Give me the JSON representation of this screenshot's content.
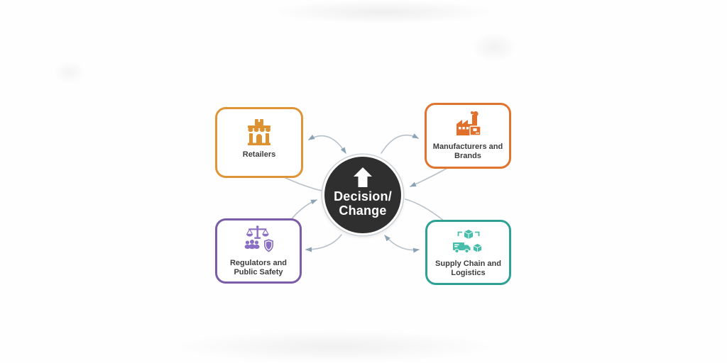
{
  "center_node": {
    "label": "Decision/\nChange",
    "icon": "arrow-up-icon",
    "background_color": "#2f2f2f",
    "text_color": "#ffffff"
  },
  "nodes": [
    {
      "id": "retailers",
      "label": "Retailers",
      "icon": "storefront-icon",
      "border_color": "#df9536",
      "icon_color": "#dd9232",
      "position": "top-left"
    },
    {
      "id": "manufacturers-and-brands",
      "label": "Manufacturers and\nBrands",
      "icon": "factory-icon",
      "border_color": "#e0742e",
      "icon_color": "#e0702b",
      "position": "top-right"
    },
    {
      "id": "regulators-and-public-safety",
      "label": "Regulators and\nPublic Safety",
      "icon": "scales-people-shield-icon",
      "border_color": "#7a5ca7",
      "icon_color": "#8b6fc2",
      "position": "bottom-left"
    },
    {
      "id": "supply-chain-and-logistics",
      "label": "Supply Chain and\nLogistics",
      "icon": "truck-boxes-icon",
      "border_color": "#2da294",
      "icon_color": "#49bdab",
      "position": "bottom-right"
    }
  ],
  "connectors": [
    {
      "between": [
        "retailers",
        "center"
      ],
      "arrowheads": "both-ends"
    },
    {
      "between": [
        "retailers",
        "center"
      ],
      "arrowheads": "none"
    },
    {
      "between": [
        "regulators-and-public-safety",
        "center"
      ],
      "arrowheads": "at-center"
    },
    {
      "between": [
        "center",
        "regulators-and-public-safety"
      ],
      "arrowheads": "at-node"
    },
    {
      "between": [
        "center",
        "manufacturers-and-brands"
      ],
      "arrowheads": "at-node"
    },
    {
      "between": [
        "manufacturers-and-brands",
        "center"
      ],
      "arrowheads": "at-center"
    },
    {
      "between": [
        "center",
        "supply-chain-and-logistics"
      ],
      "arrowheads": "none"
    },
    {
      "between": [
        "supply-chain-and-logistics",
        "center"
      ],
      "arrowheads": "both-ends"
    }
  ],
  "connector_style": {
    "line_color": "#b7c1c9",
    "arrowhead_color": "#8ca3b6"
  }
}
